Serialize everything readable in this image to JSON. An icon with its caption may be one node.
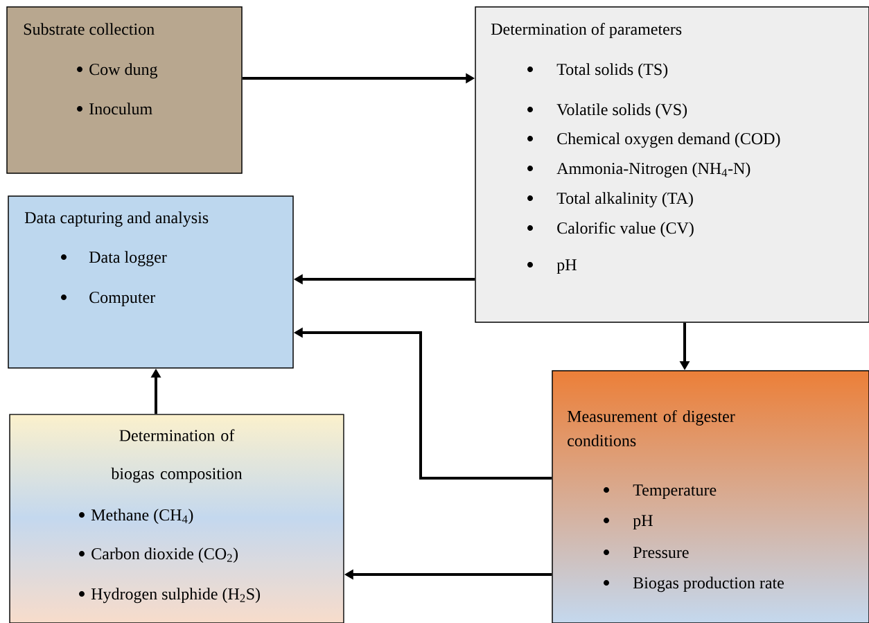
{
  "diagram": {
    "nodes": [
      {
        "text": [
          "Substrate collection",
          "Cow dung",
          "Inoculum"
        ]
      },
      {
        "text": [
          "Determination of parameters",
          "Total solids (TS)",
          "Volatile solids (VS)",
          "Chemical oxygen demand (COD)",
          "Ammonia-Nitrogen (NH$_{4}$-N)",
          "Total alkalinity (TA)",
          "Calorific value (CV)",
          "pH"
        ]
      },
      {
        "text": [
          "Data capturing and analysis",
          "Data logger",
          "Computer"
        ]
      },
      {
        "text": [
          "Determination of biogas composition",
          "Methane (CH$_{4}$)",
          "Carbon dioxide (CO$_{2}$)",
          "Hydrogen sulphide (H$_{2}$S)"
        ]
      },
      {
        "text": [
          "Measurement of digester conditions",
          "Temperature",
          "pH",
          "Pressure",
          "Biogas production rate"
        ]
      }
    ],
    "edges": [
      {
        "from": 0,
        "to": 1,
        "arrow": "to"
      },
      {
        "from": 1,
        "to": 2,
        "arrow": "to"
      },
      {
        "from": 1,
        "to": 4,
        "arrow": "to"
      },
      {
        "from": 4,
        "to": 2,
        "arrow": "to"
      },
      {
        "from": 3,
        "to": 2,
        "arrow": "to"
      },
      {
        "from": 4,
        "to": 3,
        "arrow": "to"
      }
    ]
  }
}
